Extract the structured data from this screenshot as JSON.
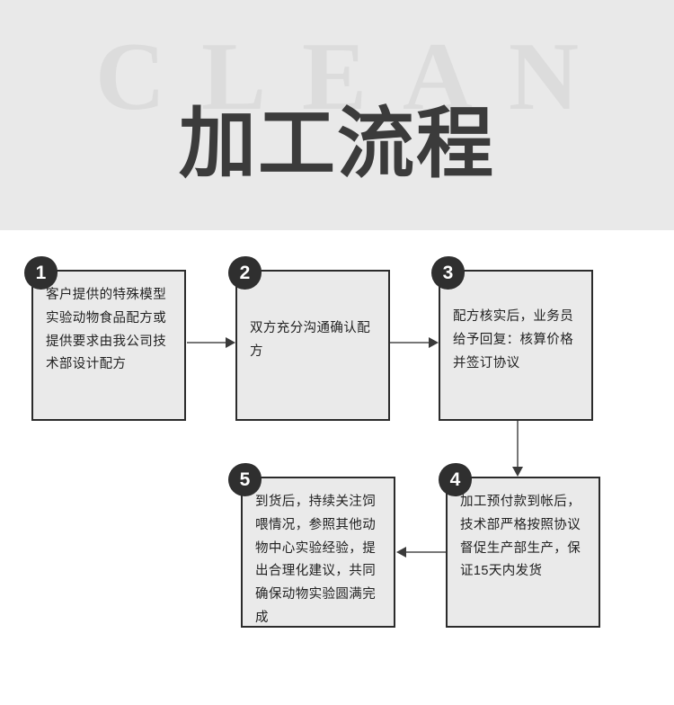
{
  "header": {
    "watermark": "CLEAN",
    "title": "加工流程"
  },
  "flow": {
    "steps": [
      {
        "number": "1",
        "text": "客户提供的特殊模型实验动物食品配方或提供要求由我公司技术部设计配方"
      },
      {
        "number": "2",
        "text": "双方充分沟通确认配方"
      },
      {
        "number": "3",
        "text": "配方核实后，业务员给予回复：核算价格并签订协议"
      },
      {
        "number": "4",
        "text": "加工预付款到帐后，技术部严格按照协议督促生产部生产，保证15天内发货"
      },
      {
        "number": "5",
        "text": "到货后，持续关注饲喂情况，参照其他动物中心实验经验，提出合理化建议，共同确保动物实验圆满完成"
      }
    ],
    "connectors": [
      {
        "name": "step1-to-step2",
        "direction": "right"
      },
      {
        "name": "step2-to-step3",
        "direction": "right"
      },
      {
        "name": "step3-to-step4",
        "direction": "down"
      },
      {
        "name": "step4-to-step5",
        "direction": "left"
      }
    ]
  },
  "colors": {
    "header_background": "#e9e9e9",
    "watermark": "#dcdcdc",
    "title": "#3b3b3b",
    "box_fill": "#eaeaea",
    "box_border": "#2b2b2b",
    "badge_fill": "#2f2f2f",
    "badge_text": "#ffffff",
    "arrow_line": "#777777",
    "arrow_head": "#3a3a3a",
    "page_background": "#ffffff"
  }
}
